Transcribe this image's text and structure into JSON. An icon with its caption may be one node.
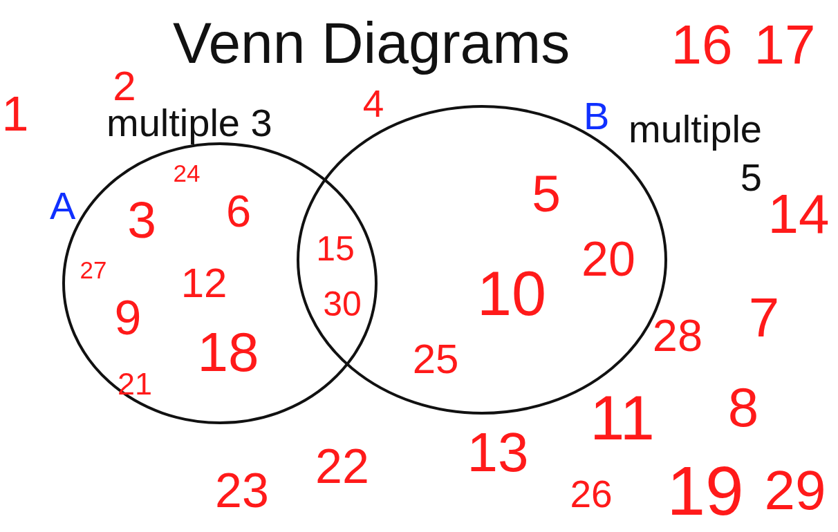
{
  "diagram": {
    "title": "Venn Diagrams",
    "nodes": [
      {
        "text": [
          "A",
          "multiple 3"
        ]
      },
      {
        "text": [
          "B",
          "multiple 5"
        ]
      }
    ],
    "edges": [],
    "labels": [
      "16",
      "17",
      "1",
      "2",
      "4",
      "24",
      "6",
      "3",
      "5",
      "15",
      "27",
      "12",
      "20",
      "14",
      "9",
      "10",
      "30",
      "7",
      "28",
      "18",
      "25",
      "21",
      "8",
      "11",
      "13",
      "22",
      "23",
      "26",
      "19",
      "29"
    ]
  }
}
